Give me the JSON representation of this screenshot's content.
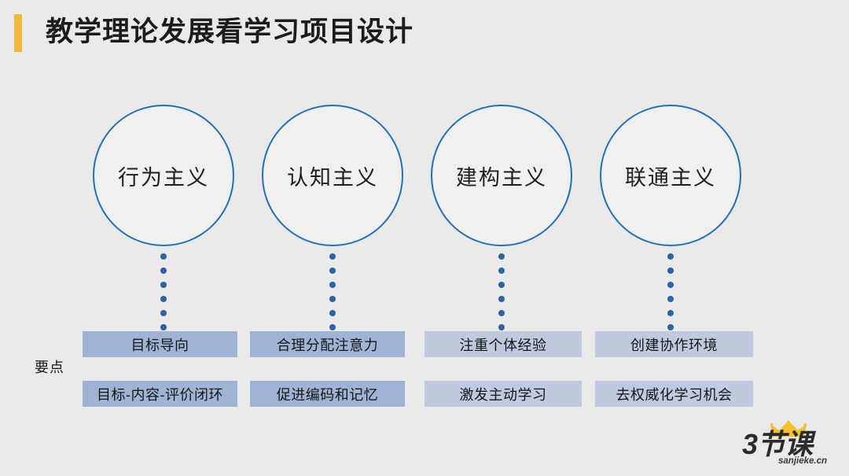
{
  "slide": {
    "title": "教学理论发展看学习项目设计",
    "accent_color": "#f0b93c",
    "background_color": "#eaeaea",
    "circle_stroke_color": "#2170c0",
    "dot_color": "#2a63a8"
  },
  "axis": {
    "label": "要点"
  },
  "columns": [
    {
      "circle_label": "行为主义",
      "dot_count": 6,
      "points": [
        {
          "text": "目标导向",
          "tone": "tone-dark"
        },
        {
          "text": "目标-内容-评价闭环",
          "tone": "tone-dark"
        }
      ]
    },
    {
      "circle_label": "认知主义",
      "dot_count": 6,
      "points": [
        {
          "text": "合理分配注意力",
          "tone": "tone-dark"
        },
        {
          "text": "促进编码和记忆",
          "tone": "tone-dark"
        }
      ]
    },
    {
      "circle_label": "建构主义",
      "dot_count": 6,
      "points": [
        {
          "text": "注重个体经验",
          "tone": "tone-light"
        },
        {
          "text": "激发主动学习",
          "tone": "tone-light"
        }
      ]
    },
    {
      "circle_label": "联通主义",
      "dot_count": 6,
      "points": [
        {
          "text": "创建协作环境",
          "tone": "tone-light"
        },
        {
          "text": "去权威化学习机会",
          "tone": "tone-light"
        }
      ]
    }
  ],
  "logo": {
    "mark": "3节课",
    "domain": "sanjieke.cn",
    "crown_color": "#f5c029"
  }
}
